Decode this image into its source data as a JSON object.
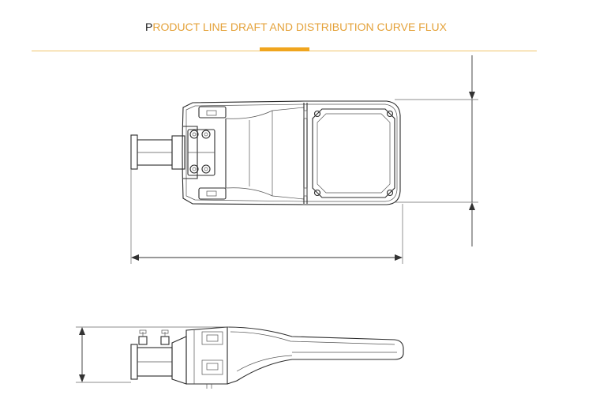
{
  "header": {
    "title_first_letter": "P",
    "title_rest": "RODUCT LINE DRAFT AND DISTRIBUTION CURVE FLUX",
    "accent_color": "#f0a51e",
    "title_color": "#e4a23a"
  },
  "drawings": {
    "top_view": "street-light-top-view",
    "side_view": "street-light-side-view"
  }
}
